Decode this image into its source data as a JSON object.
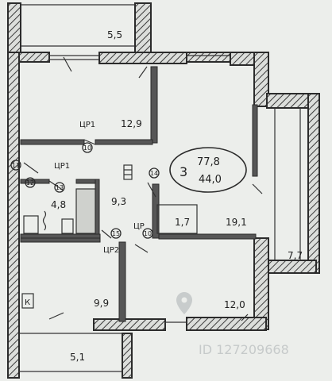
{
  "plan": {
    "rooms": 3,
    "total_area": "77,8",
    "living_area": "44,0"
  },
  "areas": {
    "balcony_top": "5,5",
    "room_top": "12,9",
    "hall": "9,3",
    "bathroom": "4,8",
    "toilet": "1,7",
    "living_room": "19,1",
    "loggia_right": "7,7",
    "kitchen": "9,9",
    "room_bottom": "12,0",
    "balcony_bottom": "5,1"
  },
  "labels": {
    "cabinet_1": "ЦР1",
    "cabinet_2": "ЦР1",
    "cabinet_3": "ЦР",
    "cabinet_4": "ЦР2",
    "kitchen_mark": "К"
  },
  "markers": [
    "10",
    "11",
    "12",
    "13",
    "14",
    "15"
  ],
  "watermark": {
    "text": "ID 127209668",
    "icon": "location-pin-icon"
  }
}
